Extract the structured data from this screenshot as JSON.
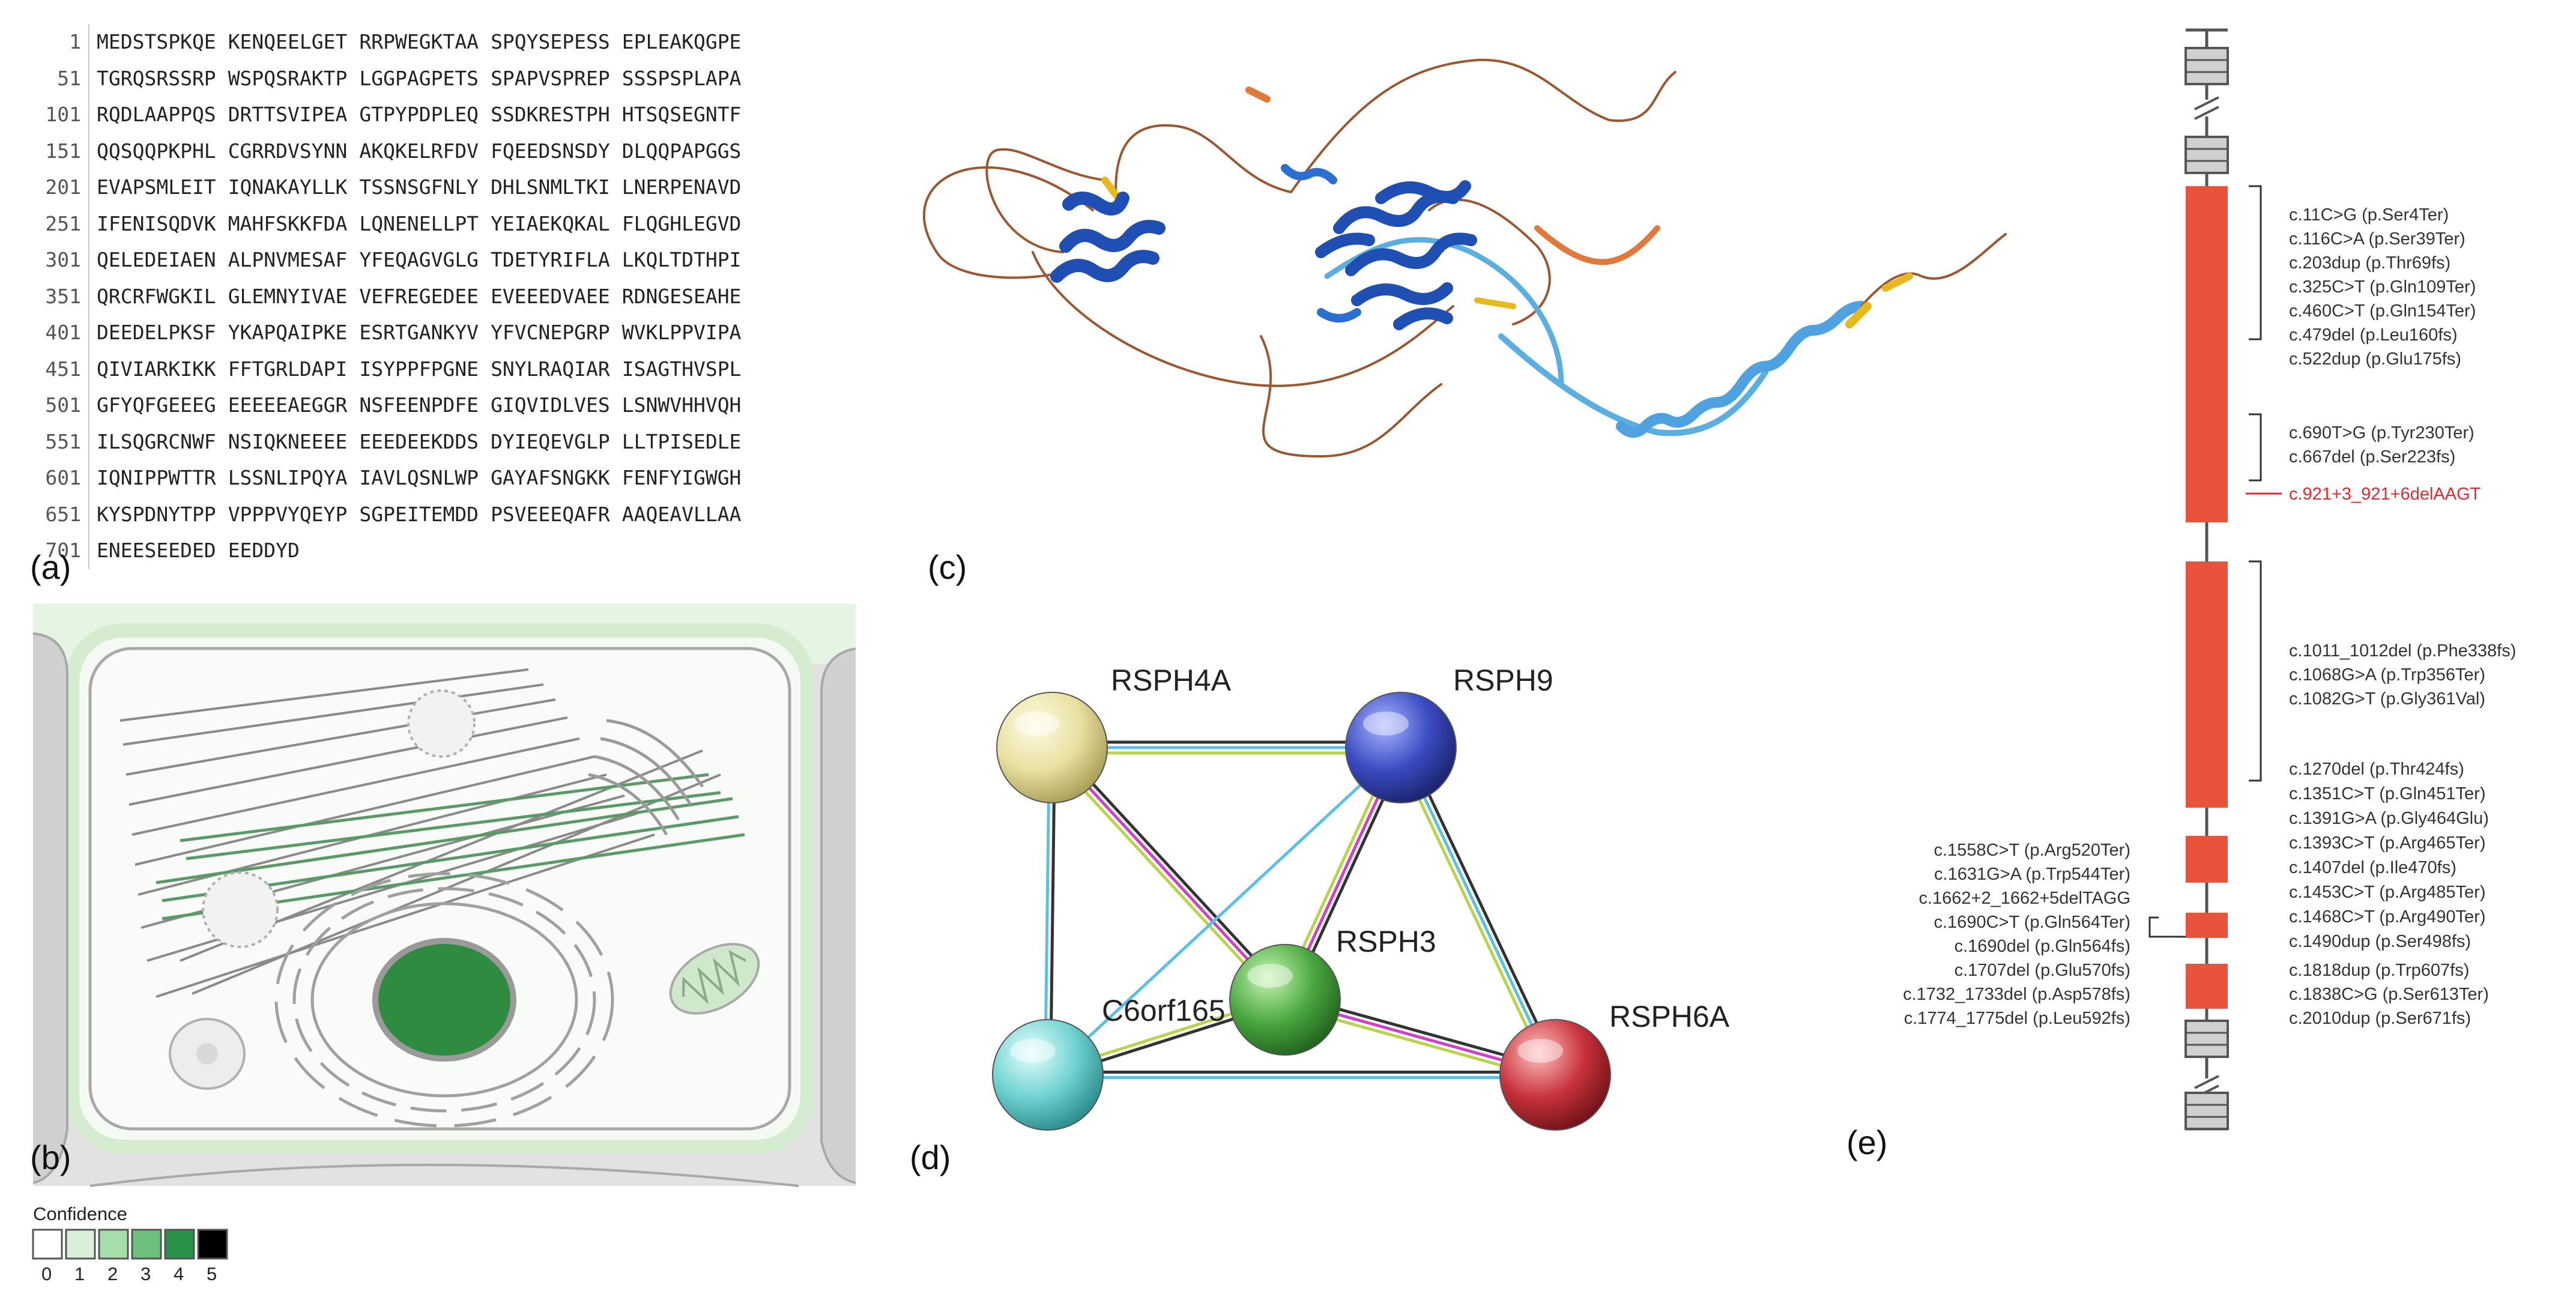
{
  "sequence": {
    "rows": [
      {
        "num": "1",
        "blocks": [
          "MEDSTSPKQE",
          "KENQEELGET",
          "RRPWEGKTAA",
          "SPQYSEPESS",
          "EPLEAKQGPE"
        ]
      },
      {
        "num": "51",
        "blocks": [
          "TGRQSRSSRP",
          "WSPQSRAKTP",
          "LGGPAGPETS",
          "SPAPVSPREP",
          "SSSPSPLAPA"
        ]
      },
      {
        "num": "101",
        "blocks": [
          "RQDLAAPPQS",
          "DRTTSVIPEA",
          "GTPYPDPLEQ",
          "SSDKRESTPH",
          "HTSQSEGNTF"
        ]
      },
      {
        "num": "151",
        "blocks": [
          "QQSQQPKPHL",
          "CGRRDVSYNN",
          "AKQKELRFDV",
          "FQEEDSNSDY",
          "DLQQPAPGGS"
        ]
      },
      {
        "num": "201",
        "blocks": [
          "EVAPSMLEIT",
          "IQNAKAYLLK",
          "TSSNSGFNLY",
          "DHLSNMLTKI",
          "LNERPENAVD"
        ]
      },
      {
        "num": "251",
        "blocks": [
          "IFENISQDVK",
          "MAHFSKKFDA",
          "LQNENELLPT",
          "YEIAEKQKAL",
          "FLQGHLEGVD"
        ]
      },
      {
        "num": "301",
        "blocks": [
          "QELEDEIAEN",
          "ALPNVMESAF",
          "YFEQAGVGLG",
          "TDETYRIFLA",
          "LKQLTDTHPI"
        ]
      },
      {
        "num": "351",
        "blocks": [
          "QRCRFWGKIL",
          "GLEMNYIVAE",
          "VEFREGEDEE",
          "EVEEEDVAEE",
          "RDNGESEAHE"
        ]
      },
      {
        "num": "401",
        "blocks": [
          "DEEDELPKSF",
          "YKAPQAIPKE",
          "ESRTGANKYV",
          "YFVCNEPGRP",
          "WVKLPPVIPA"
        ]
      },
      {
        "num": "451",
        "blocks": [
          "QIVIARKIKK",
          "FFTGRLDAPI",
          "ISYPPFPGNE",
          "SNYLRAQIAR",
          "ISAGTHVSPL"
        ]
      },
      {
        "num": "501",
        "blocks": [
          "GFYQFGEEEG",
          "EEEEEAEGGR",
          "NSFEENPDFE",
          "GIQVIDLVES",
          "LSNWVHHVQH"
        ]
      },
      {
        "num": "551",
        "blocks": [
          "ILSQGRCNWF",
          "NSIQKNEEEE",
          "EEEDEEKDDS",
          "DYIEQEVGLP",
          "LLTPISEDLE"
        ]
      },
      {
        "num": "601",
        "blocks": [
          "IQNIPPWTTR",
          "LSSNLIPQYA",
          "IAVLQSNLWP",
          "GAYAFSNGKK",
          "FENFYIGWGH"
        ]
      },
      {
        "num": "651",
        "blocks": [
          "KYSPDNYTPP",
          "VPPPVYQEYP",
          "SGPEITEMDD",
          "PSVEEEQAFR",
          "AAQEAVLLAA"
        ]
      },
      {
        "num": "701",
        "blocks": [
          "ENEESEEDED",
          "EEDDYD"
        ]
      }
    ]
  },
  "panel_labels": {
    "a": "(a)",
    "b": "(b)",
    "c": "(c)",
    "d": "(d)",
    "e": "(e)"
  },
  "legend": {
    "title": "Confidence",
    "levels": [
      "0",
      "1",
      "2",
      "3",
      "4",
      "5"
    ],
    "colors": [
      "#ffffff",
      "#d9efd9",
      "#a7dcab",
      "#6cc07b",
      "#2a934a",
      "#000000"
    ]
  },
  "network": {
    "nodes": [
      {
        "id": "RSPH4A",
        "label": "RSPH4A",
        "color": "#e8e0a0"
      },
      {
        "id": "RSPH9",
        "label": "RSPH9",
        "color": "#3a4bc2"
      },
      {
        "id": "RSPH3",
        "label": "RSPH3",
        "color": "#4aa840"
      },
      {
        "id": "C6orf165",
        "label": "C6orf165",
        "color": "#6fd2d0"
      },
      {
        "id": "RSPH6A",
        "label": "RSPH6A",
        "color": "#c8323c"
      }
    ]
  },
  "gene": {
    "exon_color": "#e8533c",
    "right_groups": [
      [
        "c.11C>G (p.Ser4Ter)",
        "c.116C>A (p.Ser39Ter)",
        "c.203dup (p.Thr69fs)",
        "c.325C>T (p.Gln109Ter)",
        "c.460C>T (p.Gln154Ter)",
        "c.479del (p.Leu160fs)",
        "c.522dup (p.Glu175fs)"
      ],
      [
        "c.690T>G (p.Tyr230Ter)",
        "c.667del (p.Ser223fs)"
      ],
      [
        "c.1011_1012del (p.Phe338fs)",
        "c.1068G>A (p.Trp356Ter)",
        "c.1082G>T (p.Gly361Val)"
      ],
      [
        "c.1270del (p.Thr424fs)",
        "c.1351C>T (p.Gln451Ter)",
        "c.1391G>A (p.Gly464Glu)",
        "c.1393C>T (p.Arg465Ter)",
        "c.1407del (p.Ile470fs)",
        "c.1453C>T (p.Arg485Ter)",
        "c.1468C>T (p.Arg490Ter)",
        "c.1490dup (p.Ser498fs)"
      ],
      [
        "c.1818dup (p.Trp607fs)",
        "c.1838C>G (p.Ser613Ter)",
        "c.2010dup (p.Ser671fs)"
      ]
    ],
    "splice_variant": {
      "label": "c.921+3_921+6delAAGT",
      "color": "#e8262c"
    },
    "left_group": [
      "c.1558C>T (p.Arg520Ter)",
      "c.1631G>A (p.Trp544Ter)",
      "c.1662+2_1662+5delTAGG",
      "c.1690C>T (p.Gln564Ter)",
      "c.1690del (p.Gln564fs)",
      "c.1707del (p.Glu570fs)",
      "c.1732_1733del (p.Asp578fs)",
      "c.1774_1775del (p.Leu592fs)"
    ]
  }
}
